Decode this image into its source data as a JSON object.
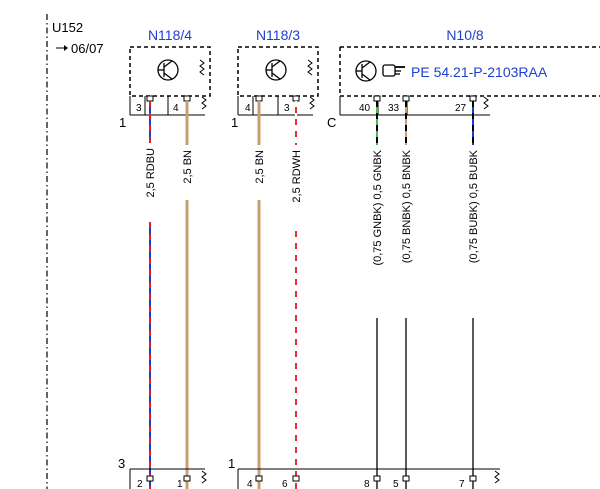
{
  "header": {
    "variant_code": "U152",
    "date_code": "06/07"
  },
  "components": [
    {
      "id": "N118/4",
      "pins": [
        "3",
        "4"
      ]
    },
    {
      "id": "N118/3",
      "pins": [
        "4",
        "3"
      ]
    },
    {
      "id": "N10/8",
      "pins": [
        "40",
        "33",
        "27"
      ],
      "reference_link": "PE 54.21-P-2103RAA"
    }
  ],
  "corner_labels": {
    "left_1": "1",
    "mid_1": "1",
    "right_c": "C",
    "bottom_3": "3",
    "bottom_1": "1"
  },
  "wires": [
    {
      "label": "2,5 RDBU",
      "colors": [
        "#1a3ad6",
        "#e02020"
      ]
    },
    {
      "label": "2,5 BN",
      "colors": [
        "#c8a070"
      ]
    },
    {
      "label": "2,5 BN",
      "colors": [
        "#c8a070"
      ]
    },
    {
      "label": "2,5 RDWH",
      "colors": [
        "#e83030",
        "#ffffff"
      ]
    },
    {
      "label": "(0,75 GNBK) 0,5 GNBK",
      "colors": [
        "#40c040",
        "#000000"
      ]
    },
    {
      "label": "(0,75 BNBK) 0,5 BNBK",
      "colors": [
        "#c8a070",
        "#000000"
      ]
    },
    {
      "label": "(0,75 BUBK) 0,5 BUBK",
      "colors": [
        "#1a3ad6",
        "#000000"
      ]
    }
  ],
  "bottom_pins": [
    "2",
    "1",
    "4",
    "6",
    "8",
    "5",
    "7"
  ]
}
